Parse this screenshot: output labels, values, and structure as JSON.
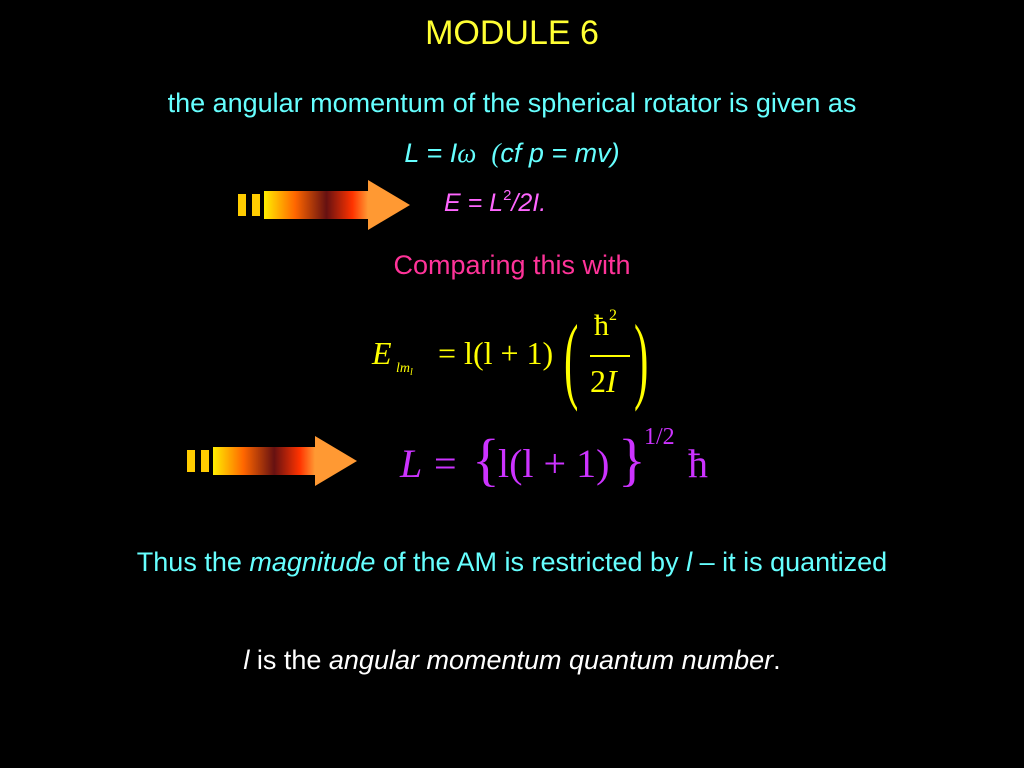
{
  "title": "MODULE 6",
  "line1": "the angular momentum of the spherical rotator is given as",
  "line2": {
    "part1": "L = I",
    "omega": "ω",
    "paren_open": "(",
    "cf": "cf p = mv)"
  },
  "line3": {
    "e": "E = L",
    "sup": "2",
    "rest": "/2I."
  },
  "comparing": "Comparing this with",
  "eq1": {
    "E": "E",
    "sub_l": "lm",
    "sub_l2": "l",
    "equals_part": "= l(l + 1)",
    "numerator": "ħ",
    "num_sup": "2",
    "denominator": "2I"
  },
  "eq2": {
    "L": "L",
    "eq": "=",
    "brace_open": "{",
    "inner": "l(l + 1)",
    "brace_close": "}",
    "exp": "1/2",
    "hbar": "ħ"
  },
  "thus": {
    "a": "Thus the ",
    "magnitude": "magnitude",
    "b": " of the AM is restricted by ",
    "l": "l",
    "c": " – it is quantized"
  },
  "last": {
    "l": "l",
    "a": " is the ",
    "phrase": "angular momentum quantum number",
    "dot": "."
  },
  "colors": {
    "background": "#000000",
    "title": "#ffff33",
    "cyan_text": "#66ffff",
    "magenta_text": "#ff66ff",
    "pink_text": "#ff3399",
    "equation1": "#ffff00",
    "equation2": "#cc33ff",
    "arrow_orange": "#ff9933",
    "arrow_bars": "#ffcc00"
  },
  "icons": [
    "right-arrow-icon",
    "right-arrow-icon"
  ]
}
